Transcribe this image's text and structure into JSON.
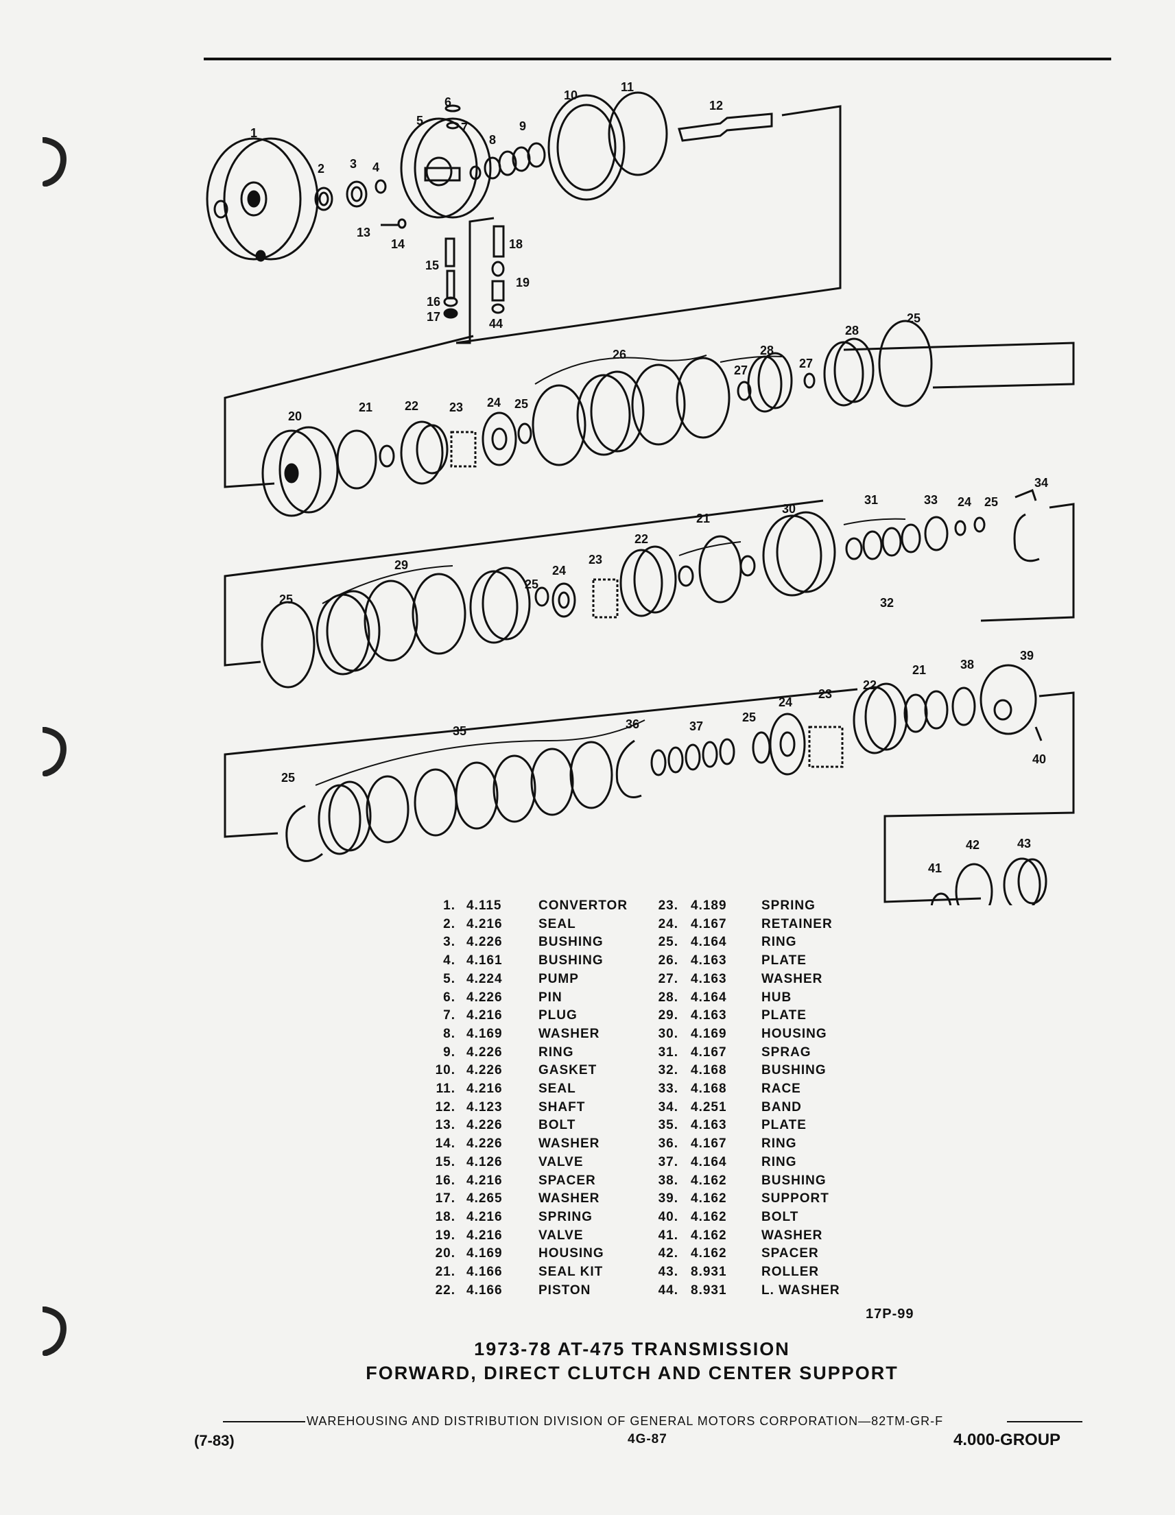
{
  "diagram_callouts": {
    "c1": "1",
    "c2": "2",
    "c3": "3",
    "c4": "4",
    "c5": "5",
    "c6": "6",
    "c7": "7",
    "c8": "8",
    "c9": "9",
    "c10": "10",
    "c11": "11",
    "c12": "12",
    "c13": "13",
    "c14": "14",
    "c15": "15",
    "c16": "16",
    "c17": "17",
    "c18": "18",
    "c19": "19",
    "c44": "44",
    "c20": "20",
    "c21": "21",
    "c22": "22",
    "c23": "23",
    "c24": "24",
    "c25": "25",
    "c26": "26",
    "c27": "27",
    "c28": "28",
    "c29": "29",
    "c30": "30",
    "c31": "31",
    "c32": "32",
    "c33": "33",
    "c34": "34",
    "c35": "35",
    "c36": "36",
    "c37": "37",
    "c38": "38",
    "c39": "39",
    "c40": "40",
    "c41": "41",
    "c42": "42",
    "c43": "43"
  },
  "parts": [
    {
      "num": "1.",
      "ref": "4.115",
      "name": "CONVERTOR"
    },
    {
      "num": "2.",
      "ref": "4.216",
      "name": "SEAL"
    },
    {
      "num": "3.",
      "ref": "4.226",
      "name": "BUSHING"
    },
    {
      "num": "4.",
      "ref": "4.161",
      "name": "BUSHING"
    },
    {
      "num": "5.",
      "ref": "4.224",
      "name": "PUMP"
    },
    {
      "num": "6.",
      "ref": "4.226",
      "name": "PIN"
    },
    {
      "num": "7.",
      "ref": "4.216",
      "name": "PLUG"
    },
    {
      "num": "8.",
      "ref": "4.169",
      "name": "WASHER"
    },
    {
      "num": "9.",
      "ref": "4.226",
      "name": "RING"
    },
    {
      "num": "10.",
      "ref": "4.226",
      "name": "GASKET"
    },
    {
      "num": "11.",
      "ref": "4.216",
      "name": "SEAL"
    },
    {
      "num": "12.",
      "ref": "4.123",
      "name": "SHAFT"
    },
    {
      "num": "13.",
      "ref": "4.226",
      "name": "BOLT"
    },
    {
      "num": "14.",
      "ref": "4.226",
      "name": "WASHER"
    },
    {
      "num": "15.",
      "ref": "4.126",
      "name": "VALVE"
    },
    {
      "num": "16.",
      "ref": "4.216",
      "name": "SPACER"
    },
    {
      "num": "17.",
      "ref": "4.265",
      "name": "WASHER"
    },
    {
      "num": "18.",
      "ref": "4.216",
      "name": "SPRING"
    },
    {
      "num": "19.",
      "ref": "4.216",
      "name": "VALVE"
    },
    {
      "num": "20.",
      "ref": "4.169",
      "name": "HOUSING"
    },
    {
      "num": "21.",
      "ref": "4.166",
      "name": "SEAL KIT"
    },
    {
      "num": "22.",
      "ref": "4.166",
      "name": "PISTON"
    },
    {
      "num": "23.",
      "ref": "4.189",
      "name": "SPRING"
    },
    {
      "num": "24.",
      "ref": "4.167",
      "name": "RETAINER"
    },
    {
      "num": "25.",
      "ref": "4.164",
      "name": "RING"
    },
    {
      "num": "26.",
      "ref": "4.163",
      "name": "PLATE"
    },
    {
      "num": "27.",
      "ref": "4.163",
      "name": "WASHER"
    },
    {
      "num": "28.",
      "ref": "4.164",
      "name": "HUB"
    },
    {
      "num": "29.",
      "ref": "4.163",
      "name": "PLATE"
    },
    {
      "num": "30.",
      "ref": "4.169",
      "name": "HOUSING"
    },
    {
      "num": "31.",
      "ref": "4.167",
      "name": "SPRAG"
    },
    {
      "num": "32.",
      "ref": "4.168",
      "name": "BUSHING"
    },
    {
      "num": "33.",
      "ref": "4.168",
      "name": "RACE"
    },
    {
      "num": "34.",
      "ref": "4.251",
      "name": "BAND"
    },
    {
      "num": "35.",
      "ref": "4.163",
      "name": "PLATE"
    },
    {
      "num": "36.",
      "ref": "4.167",
      "name": "RING"
    },
    {
      "num": "37.",
      "ref": "4.164",
      "name": "RING"
    },
    {
      "num": "38.",
      "ref": "4.162",
      "name": "BUSHING"
    },
    {
      "num": "39.",
      "ref": "4.162",
      "name": "SUPPORT"
    },
    {
      "num": "40.",
      "ref": "4.162",
      "name": "BOLT"
    },
    {
      "num": "41.",
      "ref": "4.162",
      "name": "WASHER"
    },
    {
      "num": "42.",
      "ref": "4.162",
      "name": "SPACER"
    },
    {
      "num": "43.",
      "ref": "8.931",
      "name": "ROLLER"
    },
    {
      "num": "44.",
      "ref": "8.931",
      "name": "L. WASHER"
    }
  ],
  "figure_code": "17P-99",
  "title_line1": "1973-78 AT-475 TRANSMISSION",
  "title_line2": "FORWARD, DIRECT CLUTCH AND CENTER SUPPORT",
  "footer": {
    "division": "WAREHOUSING AND DISTRIBUTION  DIVISION OF GENERAL MOTORS CORPORATION—82TM-GR-F",
    "date_code": "(7-83)",
    "page": "4G-87",
    "group": "4.000-GROUP"
  }
}
